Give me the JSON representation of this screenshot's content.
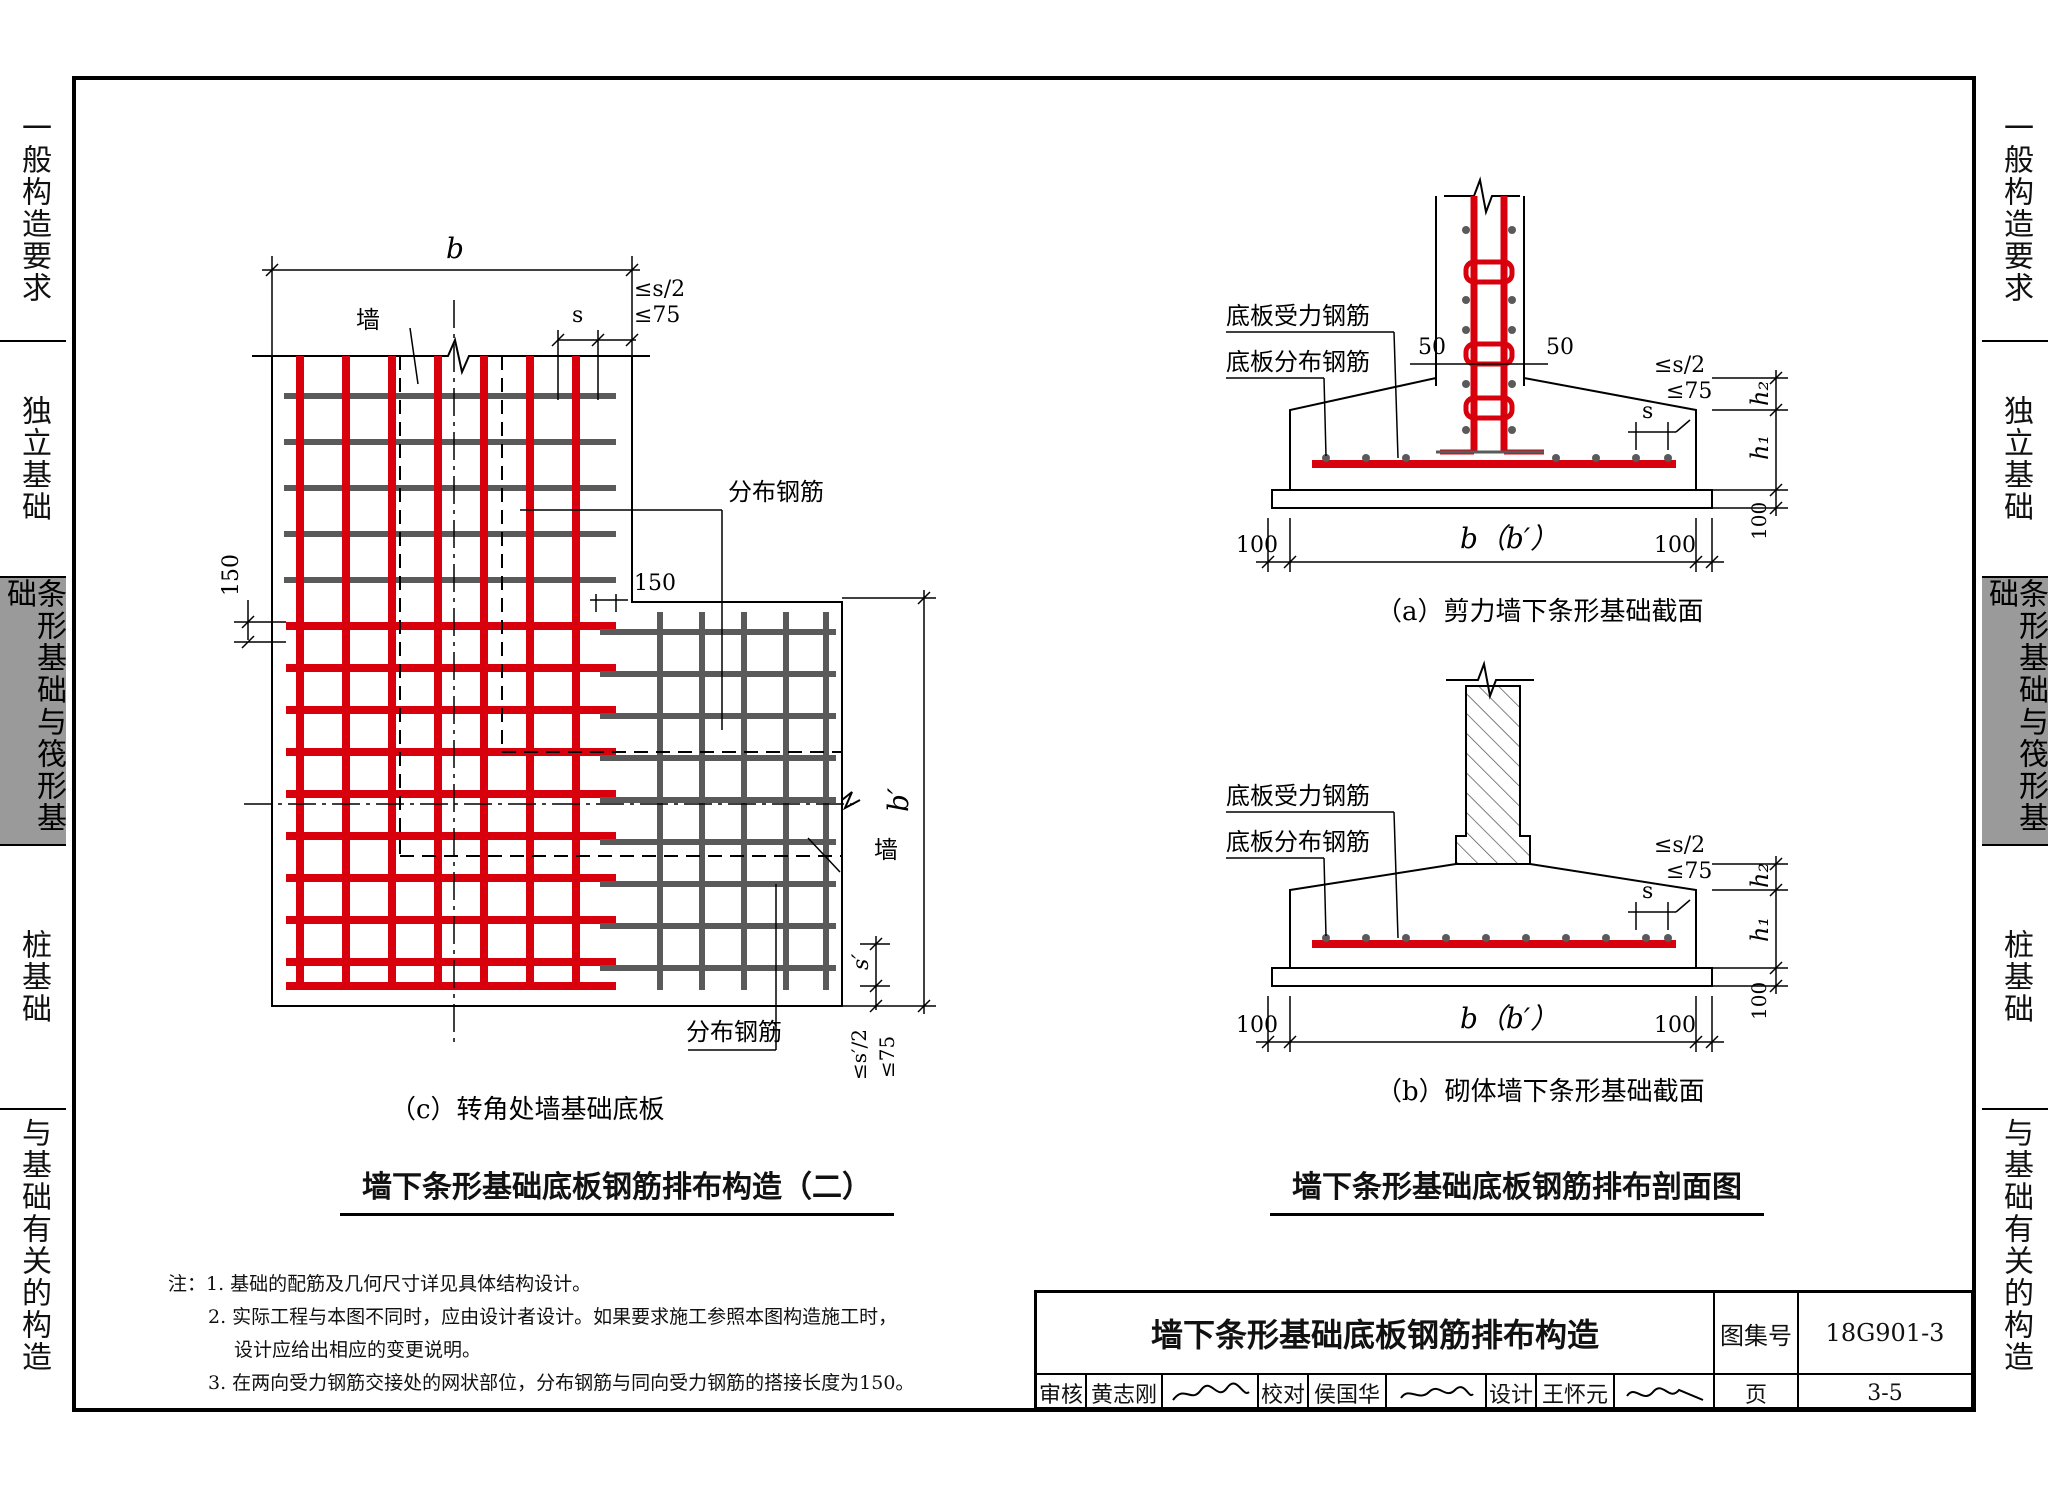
{
  "side_tabs": {
    "items": [
      {
        "label": "一般构造要求"
      },
      {
        "label": "独立基础"
      },
      {
        "label": "条形基础与筏形基础",
        "active": true
      },
      {
        "label": "桩基础"
      },
      {
        "label": "与基础有关的构造"
      }
    ]
  },
  "diagram_c": {
    "dim_b": "b",
    "dim_b_prime": "b′",
    "wall_label_top": "墙",
    "wall_label_right": "墙",
    "dist_bar_top": "分布钢筋",
    "dist_bar_bottom": "分布钢筋",
    "dim_s": "s",
    "dim_s_prime": "s′",
    "le_s2": "≤s/2",
    "le_75": "≤75",
    "le_s2_prime": "≤s′/2",
    "le_75_bottom": "≤75",
    "dim_150_left": "150",
    "dim_150_right": "150",
    "caption": "（c）转角处墙基础底板"
  },
  "diagram_a": {
    "main_bar": "底板受力钢筋",
    "dist_bar": "底板分布钢筋",
    "dim_50_left": "50",
    "dim_50_right": "50",
    "le_s2": "≤s/2",
    "le_75": "≤75",
    "dim_s": "s",
    "h1": "h₁",
    "h2": "h₂",
    "dim_100_left": "100",
    "dim_100_right": "100",
    "dim_100_vert": "100",
    "width": "b（b′）",
    "caption": "（a）剪力墙下条形基础截面"
  },
  "diagram_b": {
    "main_bar": "底板受力钢筋",
    "dist_bar": "底板分布钢筋",
    "le_s2": "≤s/2",
    "le_75": "≤75",
    "dim_s": "s",
    "h1": "h₁",
    "h2": "h₂",
    "dim_100_left": "100",
    "dim_100_right": "100",
    "dim_100_vert": "100",
    "width": "b（b′）",
    "caption": "（b）砌体墙下条形基础截面"
  },
  "headings": {
    "left": "墙下条形基础底板钢筋排布构造（二）",
    "right": "墙下条形基础底板钢筋排布剖面图"
  },
  "notes": {
    "prefix": "注：",
    "items": [
      "1. 基础的配筋及几何尺寸详见具体结构设计。",
      "2. 实际工程与本图不同时，应由设计者设计。如果要求施工参照本图构造施工时，",
      "设计应给出相应的变更说明。",
      "3. 在两向受力钢筋交接处的网状部位，分布钢筋与同向受力钢筋的搭接长度为150。"
    ]
  },
  "title_block": {
    "title": "墙下条形基础底板钢筋排布构造",
    "atlas_label": "图集号",
    "atlas_no": "18G901-3",
    "page_label": "页",
    "page_no": "3-5",
    "review_label": "审核",
    "reviewer": "黄志刚",
    "check_label": "校对",
    "checker": "侯国华",
    "design_label": "设计",
    "designer": "王怀元"
  },
  "colors": {
    "rebar_red": "#d9000d",
    "rebar_gray": "#5a5a5a",
    "tab_active": "#9a9a9a"
  }
}
